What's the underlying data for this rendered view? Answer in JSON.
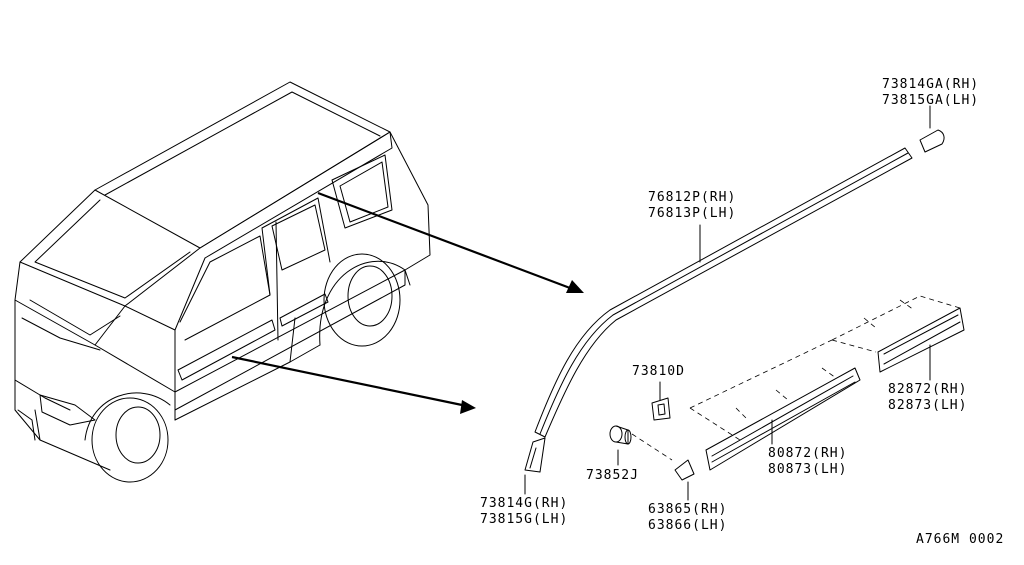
{
  "parts": {
    "p_73814GA_rh": "73814GA(RH)",
    "p_73815GA_lh": "73815GA(LH)",
    "p_76812P_rh": "76812P(RH)",
    "p_76813P_lh": "76813P(LH)",
    "p_73810D": "73810D",
    "p_82872_rh": "82872(RH)",
    "p_82873_lh": "82873(LH)",
    "p_80872_rh": "80872(RH)",
    "p_80873_lh": "80873(LH)",
    "p_73852J": "73852J",
    "p_73814G_rh": "73814G(RH)",
    "p_73815G_lh": "73815G(LH)",
    "p_63865_rh": "63865(RH)",
    "p_63866_lh": "63866(LH)"
  },
  "figure_code": "A766M 0002",
  "colors": {
    "ink": "#000000",
    "paper": "#ffffff"
  }
}
